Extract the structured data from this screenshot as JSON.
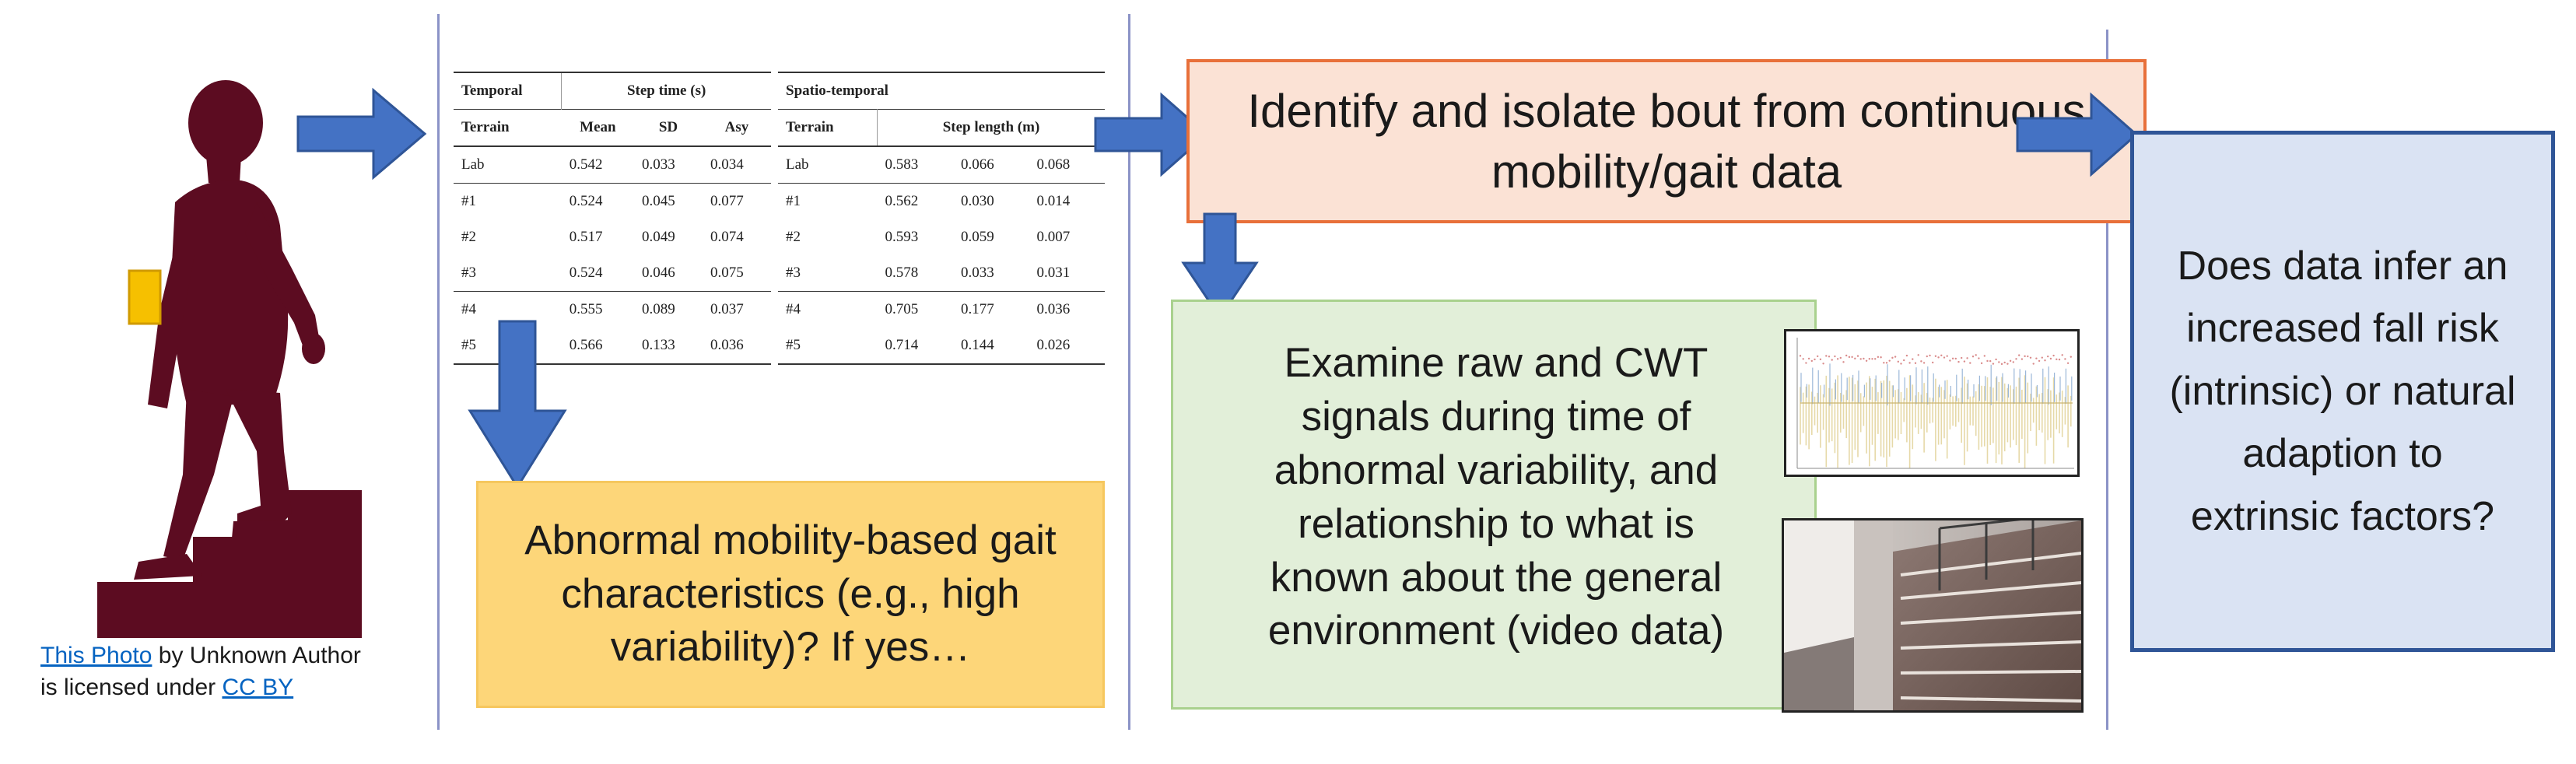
{
  "credit": {
    "link_text": "This Photo",
    "middle_text": " by Unknown Author is licensed under ",
    "license_text": "CC BY"
  },
  "table_temporal": {
    "group_label": "Temporal",
    "group_header": "Step time (s)",
    "columns": [
      "Terrain",
      "Mean",
      "SD",
      "Asy"
    ],
    "rows": [
      [
        "Lab",
        "0.542",
        "0.033",
        "0.034"
      ],
      [
        "#1",
        "0.524",
        "0.045",
        "0.077"
      ],
      [
        "#2",
        "0.517",
        "0.049",
        "0.074"
      ],
      [
        "#3",
        "0.524",
        "0.046",
        "0.075"
      ],
      [
        "#4",
        "0.555",
        "0.089",
        "0.037"
      ],
      [
        "#5",
        "0.566",
        "0.133",
        "0.036"
      ]
    ]
  },
  "table_spatio": {
    "group_label": "Spatio-temporal",
    "group_header": "Step length (m)",
    "columns": [
      "Terrain",
      "",
      "",
      ""
    ],
    "rows": [
      [
        "Lab",
        "0.583",
        "0.066",
        "0.068"
      ],
      [
        "#1",
        "0.562",
        "0.030",
        "0.014"
      ],
      [
        "#2",
        "0.593",
        "0.059",
        "0.007"
      ],
      [
        "#3",
        "0.578",
        "0.033",
        "0.031"
      ],
      [
        "#4",
        "0.705",
        "0.177",
        "0.036"
      ],
      [
        "#5",
        "0.714",
        "0.144",
        "0.026"
      ]
    ]
  },
  "boxes": {
    "identify": "Identify and isolate bout from continuous mobility/gait data",
    "abnormal": "Abnormal mobility-based gait characteristics (e.g., high variability)? If yes…",
    "examine": [
      "Examine raw and CWT",
      "signals during time of",
      "abnormal variability, and",
      "relationship to what is",
      "known about the general",
      "environment (video data)"
    ],
    "question": "Does data infer an increased fall risk (intrinsic) or natural adaption to extrinsic factors?"
  },
  "colors": {
    "arrow": "#4472c4",
    "arrow_border": "#2f5597",
    "figure": "#5c0c21",
    "sensor": "#f6c000",
    "identify_fill": "#fbe2d5",
    "identify_border": "#e8703a",
    "abnormal_fill": "#fdd679",
    "examine_fill": "#e2efd9",
    "question_fill": "#dae3f3",
    "question_border": "#2f5597"
  }
}
